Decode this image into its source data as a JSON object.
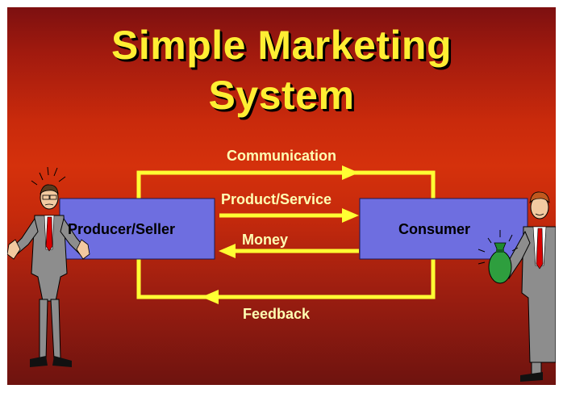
{
  "title": {
    "line1": "Simple Marketing",
    "line2": "System"
  },
  "nodes": {
    "producer": "Producer/Seller",
    "consumer": "Consumer"
  },
  "flows": {
    "communication": "Communication",
    "product_service": "Product/Service",
    "money": "Money",
    "feedback": "Feedback"
  },
  "colors": {
    "background_top": "#7d1010",
    "background_mid": "#d5310c",
    "title": "#ffee33",
    "arrow": "#ffff33",
    "flow_label": "#ffffb3",
    "box_fill": "#6e6ee0"
  },
  "icons": [
    "businessman-icon",
    "money-bag-icon"
  ]
}
